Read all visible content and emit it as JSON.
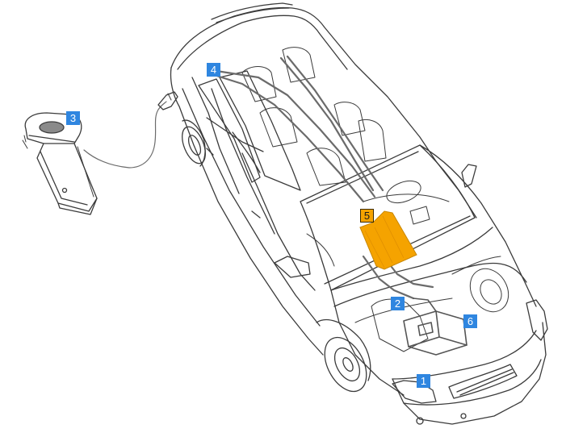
{
  "colors": {
    "label_blue": "#2f86e0",
    "label_orange": "#f5a300",
    "highlight": "#f5a300",
    "line": "#3b3b3b",
    "cable": "#6b6b6b"
  },
  "icons": {
    "charger": "wallbox-charger-icon",
    "plug": "charging-plug-icon"
  },
  "callouts": [
    {
      "label": "1",
      "style": "blue"
    },
    {
      "label": "2",
      "style": "blue"
    },
    {
      "label": "3",
      "style": "blue"
    },
    {
      "label": "4",
      "style": "blue"
    },
    {
      "label": "5",
      "style": "orange"
    },
    {
      "label": "6",
      "style": "blue"
    }
  ]
}
